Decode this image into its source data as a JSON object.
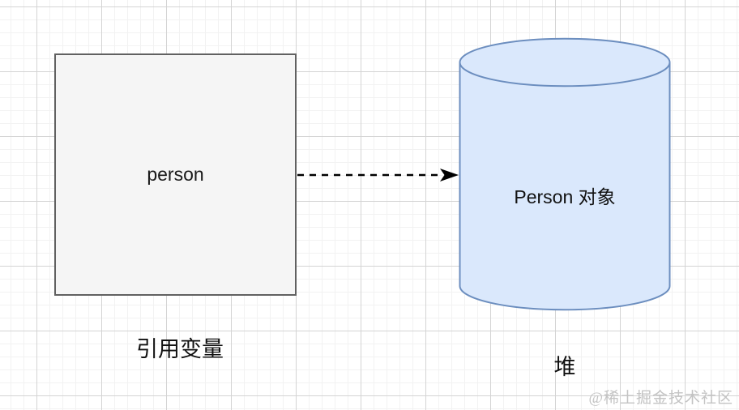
{
  "diagram": {
    "person_box": {
      "label": "person",
      "caption": "引用变量",
      "fill": "#f5f5f5",
      "border": "#616161"
    },
    "heap_cylinder": {
      "label": "Person 对象",
      "caption": "堆",
      "fill": "#dae8fc",
      "border": "#6c8ebf"
    },
    "connector": {
      "style": "dashed-arrow",
      "from": "person",
      "to": "Person 对象",
      "color": "#000000"
    },
    "grid": {
      "minor_color": "#f2f2f2",
      "major_color": "#d4d4d4"
    },
    "watermark": "@稀土掘金技术社区"
  }
}
